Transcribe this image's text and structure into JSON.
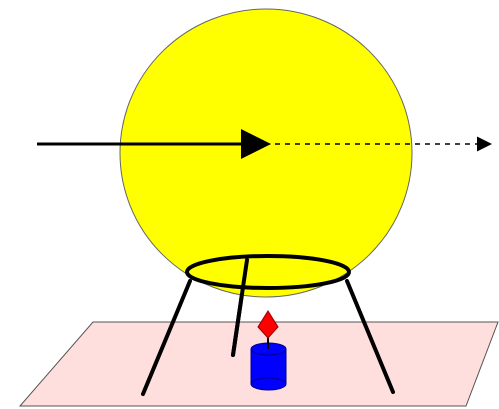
{
  "diagram": {
    "colors": {
      "background": "#ffffff",
      "sphere_fill": "#ffff00",
      "sphere_stroke": "#666666",
      "table_fill": "#ffdede",
      "table_stroke": "#555555",
      "ring_stroke": "#000000",
      "leg_stroke": "#000000",
      "arrow_stroke": "#000000",
      "candle_fill": "#0000ff",
      "candle_stroke": "#00008a",
      "flame_fill": "#ff0000",
      "flame_stroke": "#990000"
    },
    "elements": {
      "sphere": "sphere",
      "tripod_ring": "ring",
      "tripod_legs": "legs",
      "table": "surface",
      "candle": "candle",
      "flame": "flame",
      "incident_arrow": "solid-arrow",
      "transmitted_arrow": "dashed-arrow"
    }
  }
}
